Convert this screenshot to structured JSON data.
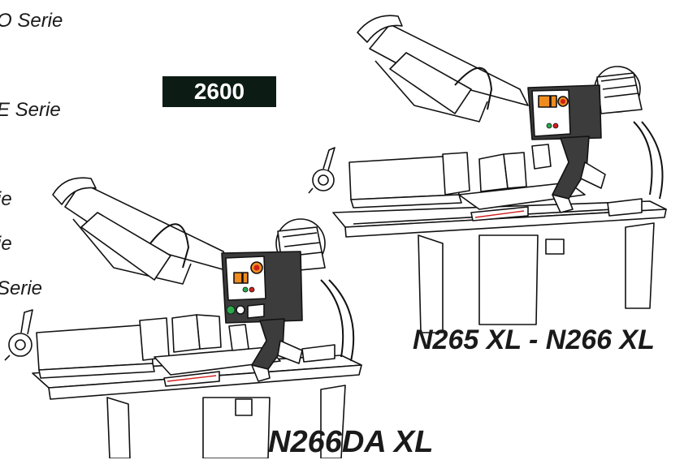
{
  "left_list": [
    "O Serie",
    "E Serie",
    "ie",
    "ie",
    "Serie"
  ],
  "badge": "2600",
  "models": {
    "upper_right": "N265 XL - N266 XL",
    "lower": "N266DA XL"
  },
  "colors": {
    "badge_bg": "#0c1c14",
    "control_box": "#3c3c3c",
    "orange_button": "#f08c1e",
    "red_button": "#d01e1e",
    "green_light": "#2aa84a"
  },
  "illustrations": [
    "bandsaw-machine-n265xl",
    "bandsaw-machine-n266daxl"
  ]
}
